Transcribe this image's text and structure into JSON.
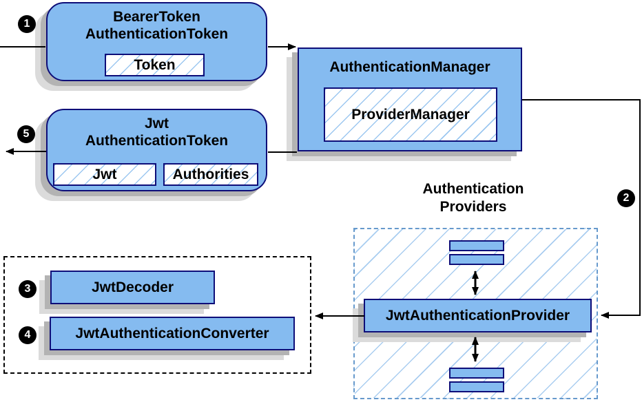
{
  "colors": {
    "node_fill": "#85bbf0",
    "node_border": "#0d0d78",
    "hatch_line": "#9cc7f0",
    "providers_dash_border": "#6699cc",
    "decoder_dash_border": "#000000",
    "shadow_dark": "#b3b3b3",
    "shadow_light": "#dbdbdb",
    "connector": "#000000",
    "badge_bg": "#000000",
    "badge_text": "#ffffff"
  },
  "nodes": {
    "bearer_token": {
      "badge": "1",
      "title_line1": "BearerToken",
      "title_line2": "AuthenticationToken",
      "token_field": "Token"
    },
    "auth_manager": {
      "title": "AuthenticationManager",
      "provider_manager_field": "ProviderManager"
    },
    "jwt_token": {
      "badge": "5",
      "title_line1": "Jwt",
      "title_line2": "AuthenticationToken",
      "jwt_field": "Jwt",
      "authorities_field": "Authorities"
    },
    "providers_group": {
      "badge": "2",
      "label_line1": "Authentication",
      "label_line2": "Providers",
      "provider_label": "JwtAuthenticationProvider"
    },
    "decoder_group": {
      "decoder_badge": "3",
      "decoder_label": "JwtDecoder",
      "converter_badge": "4",
      "converter_label": "JwtAuthenticationConverter"
    }
  }
}
